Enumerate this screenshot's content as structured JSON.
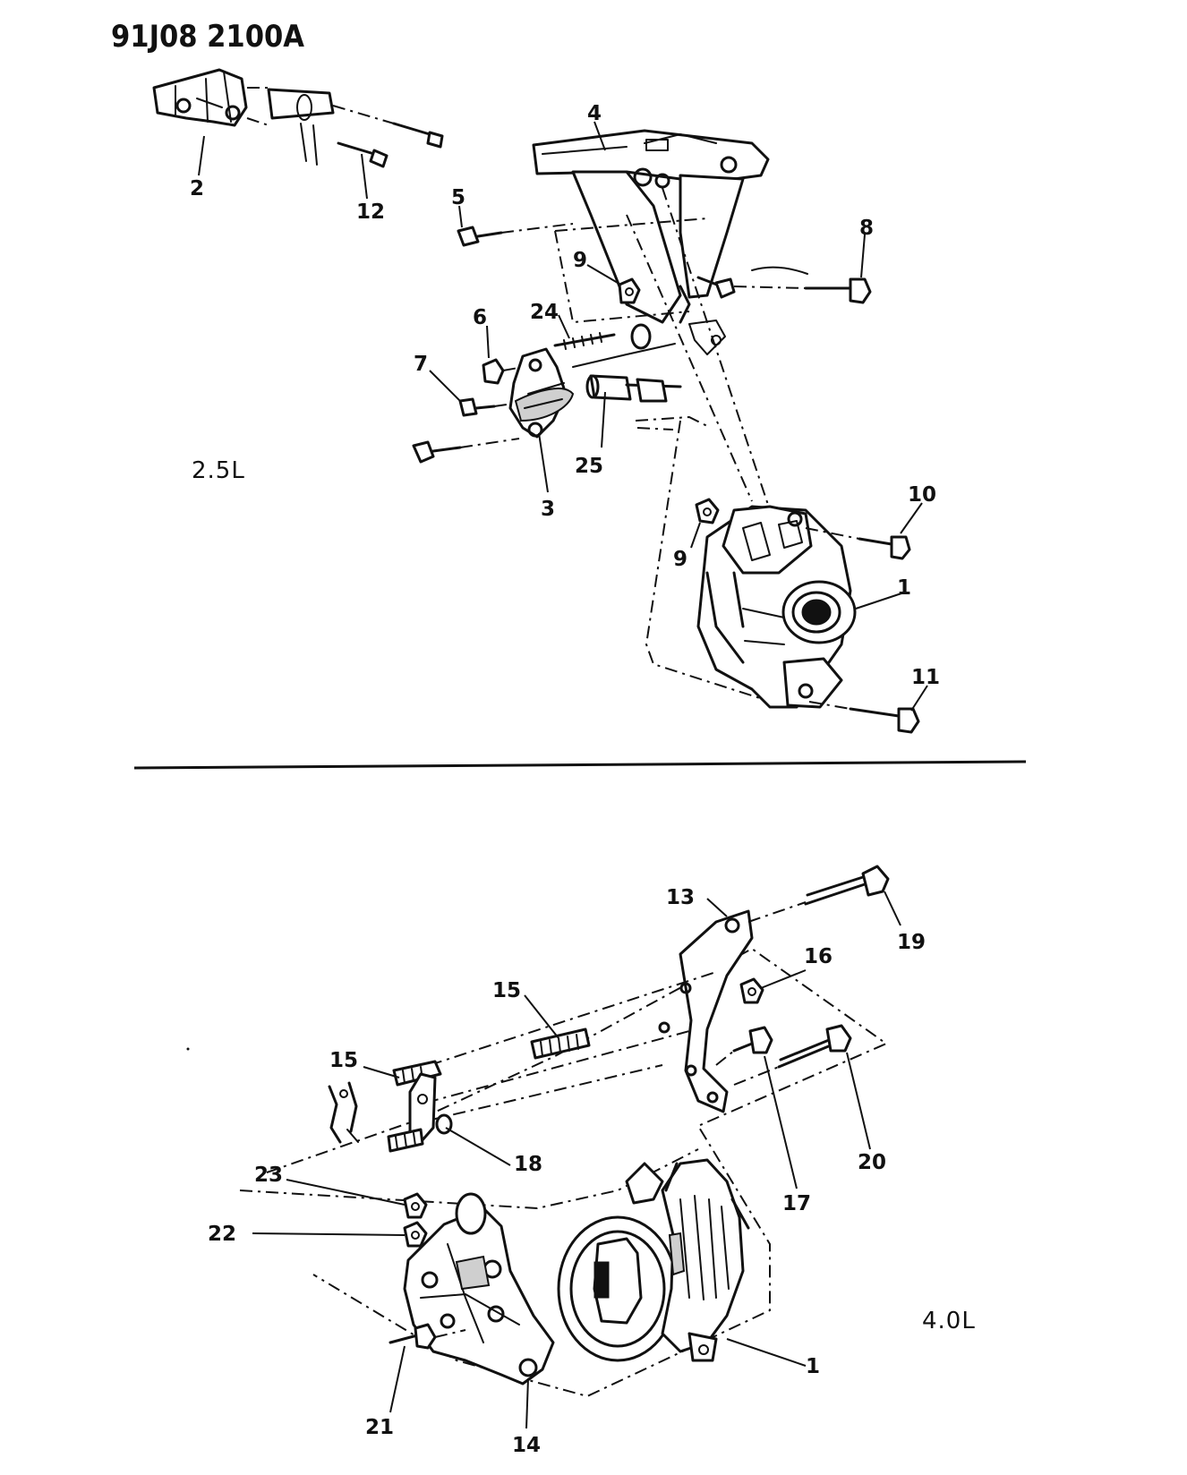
{
  "drawing_number": "91J08 2100A",
  "sections": [
    {
      "engine_label": "2.5L"
    },
    {
      "engine_label": "4.0L"
    }
  ],
  "callouts_upper": [
    "2",
    "12",
    "4",
    "5",
    "8",
    "9",
    "24",
    "6",
    "7",
    "25",
    "3",
    "10",
    "9",
    "1",
    "11"
  ],
  "callouts_lower": [
    "13",
    "19",
    "16",
    "15",
    "15",
    "23",
    "18",
    "17",
    "20",
    "22",
    "1",
    "21",
    "14"
  ]
}
